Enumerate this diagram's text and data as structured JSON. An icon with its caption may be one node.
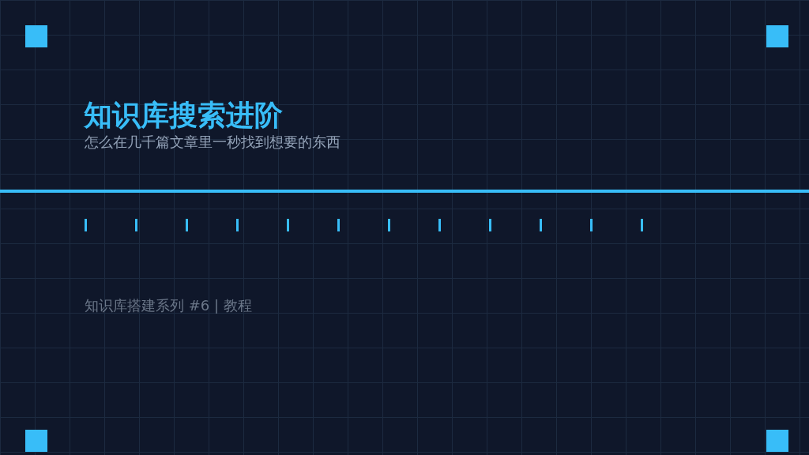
{
  "diagram": {
    "title": "知识库搜索进阶",
    "labels": [
      "怎么在几千篇文章里一秒找到想要的东西",
      "知识库搭建系列 #6 | 教程"
    ]
  }
}
